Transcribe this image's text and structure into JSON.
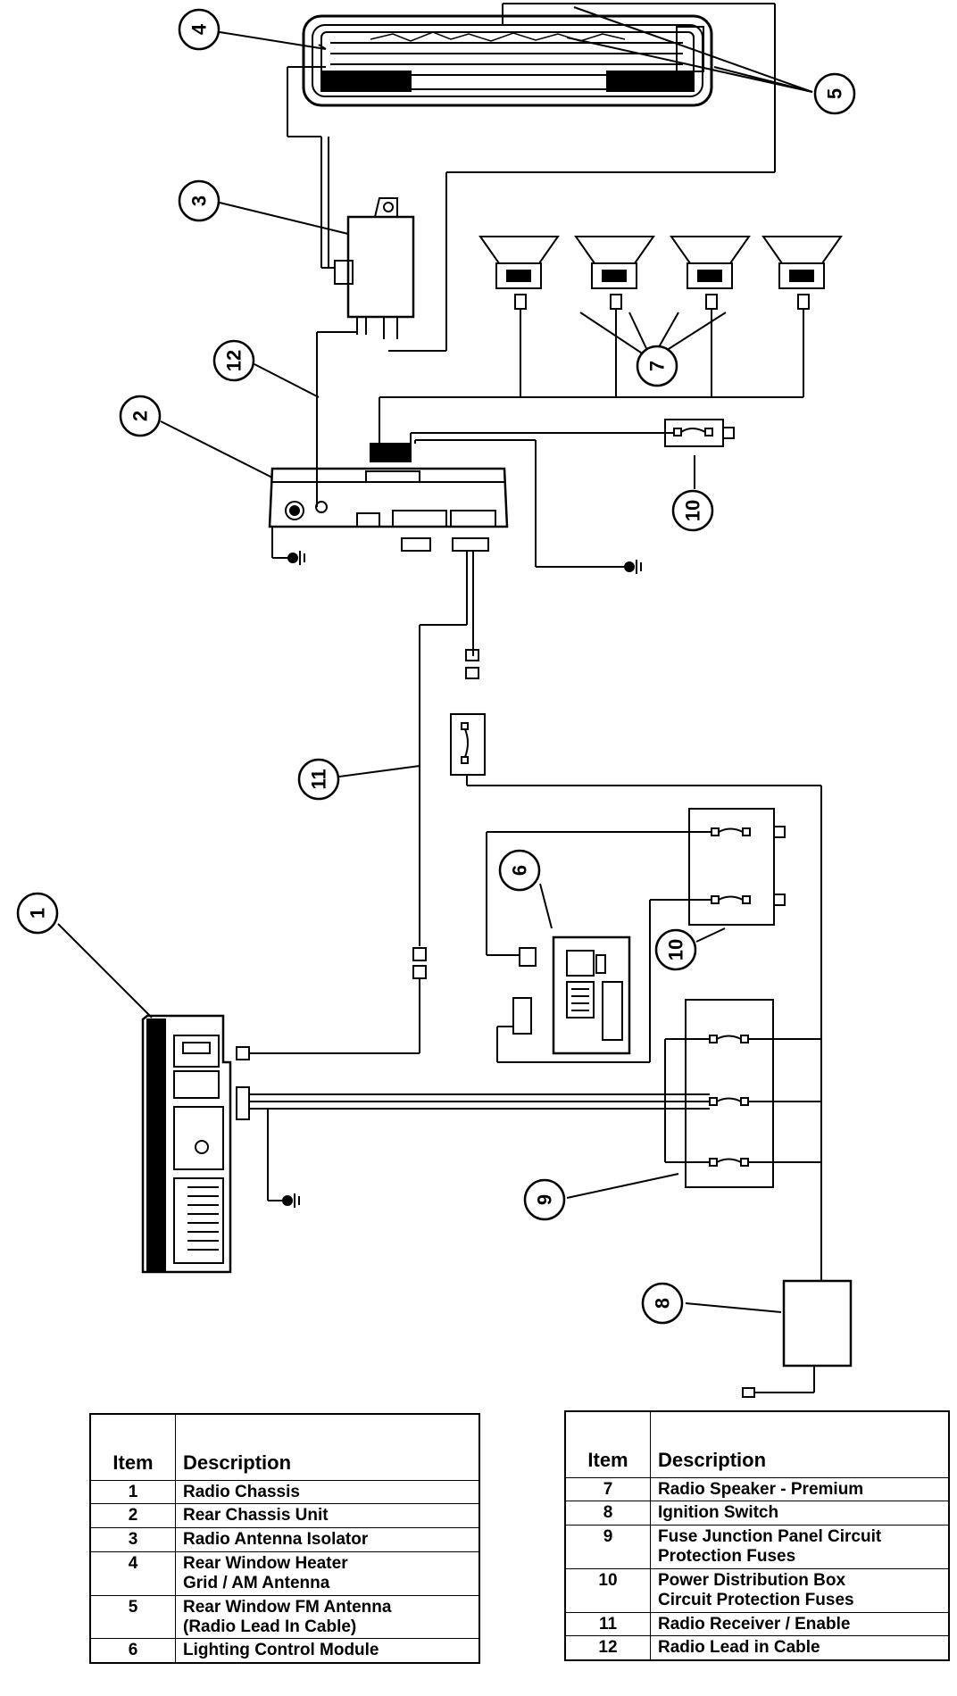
{
  "callouts": [
    "1",
    "2",
    "3",
    "4",
    "5",
    "6",
    "7",
    "8",
    "9",
    "10",
    "10",
    "11",
    "12"
  ],
  "legend_left": {
    "header_item": "Item",
    "header_desc": "Description",
    "rows": [
      {
        "item": "1",
        "desc": [
          "Radio Chassis"
        ]
      },
      {
        "item": "2",
        "desc": [
          "Rear Chassis Unit"
        ]
      },
      {
        "item": "3",
        "desc": [
          "Radio Antenna Isolator"
        ]
      },
      {
        "item": "4",
        "desc": [
          "Rear Window Heater",
          "Grid / AM Antenna"
        ]
      },
      {
        "item": "5",
        "desc": [
          "Rear Window FM Antenna",
          "(Radio Lead In Cable)"
        ]
      },
      {
        "item": "6",
        "desc": [
          "Lighting Control Module"
        ]
      }
    ]
  },
  "legend_right": {
    "header_item": "Item",
    "header_desc": "Description",
    "rows": [
      {
        "item": "7",
        "desc": [
          "Radio Speaker - Premium"
        ]
      },
      {
        "item": "8",
        "desc": [
          "Ignition Switch"
        ]
      },
      {
        "item": "9",
        "desc": [
          "Fuse Junction Panel Circuit",
          "Protection Fuses"
        ]
      },
      {
        "item": "10",
        "desc": [
          "Power Distribution Box",
          "Circuit Protection Fuses"
        ]
      },
      {
        "item": "11",
        "desc": [
          "Radio Receiver / Enable"
        ]
      },
      {
        "item": "12",
        "desc": [
          "Radio Lead in Cable"
        ]
      }
    ]
  }
}
